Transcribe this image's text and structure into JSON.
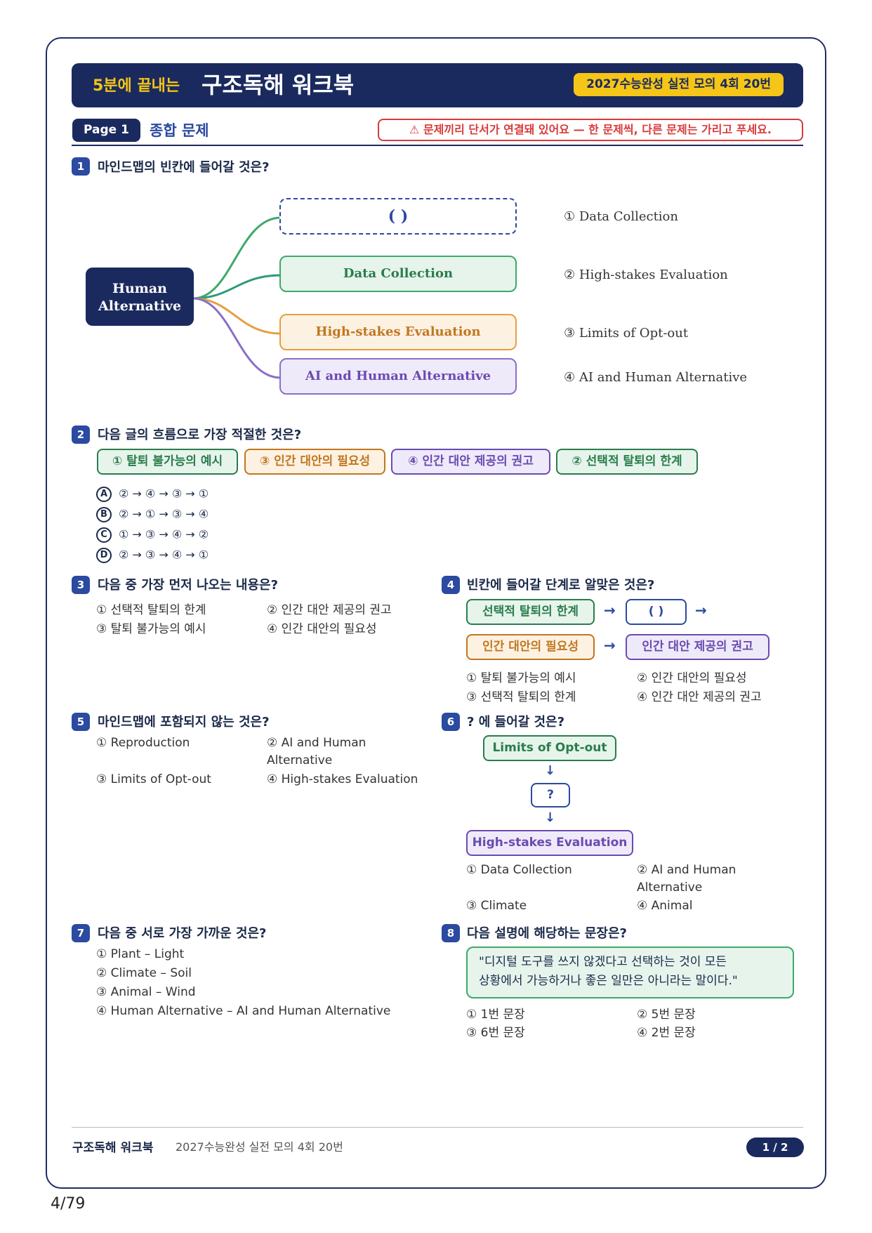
{
  "header": {
    "brand_sub": "5분에 끝내는",
    "brand_main": "구조독해 워크북",
    "exam": "2027수능완성 실전 모의 4회 20번"
  },
  "page": {
    "pill": "Page 1",
    "title": "종합 문제",
    "warning": "⚠ 문제끼리 단서가 연결돼 있어요 — 한 문제씩, 다른 문제는 가리고 푸세요."
  },
  "q1": {
    "num": "1",
    "text": "마인드맵의 빈칸에 들어갈 것은?",
    "center": "Human Alternative",
    "blank": "(        )",
    "branches": [
      "Data Collection",
      "High-stakes Evaluation",
      "AI and Human Alternative"
    ],
    "options": [
      "① Data Collection",
      "② High-stakes Evaluation",
      "③ Limits of Opt-out",
      "④ AI and Human Alternative"
    ],
    "colors": {
      "green": "#3fa86a",
      "teal": "#2e9a78",
      "orange": "#e3a042",
      "purple": "#8a6fc8",
      "navy": "#1b2a5e"
    }
  },
  "q2": {
    "num": "2",
    "text": "다음 글의 흐름으로 가장 적절한 것은?",
    "chips": [
      "① 탈퇴 불가능의 예시",
      "③ 인간 대안의 필요성",
      "④ 인간 대안 제공의 권고",
      "② 선택적 탈퇴의 한계"
    ],
    "letters": [
      "A",
      "B",
      "C",
      "D"
    ],
    "sequences": [
      "② → ④ → ③ → ①",
      "② → ① → ③ → ④",
      "① → ③ → ④ → ②",
      "② → ③ → ④ → ①"
    ]
  },
  "q3": {
    "num": "3",
    "text": "다음 중 가장 먼저 나오는 내용은?",
    "options": [
      "① 선택적 탈퇴의 한계",
      "② 인간 대안 제공의 권고",
      "③ 탈퇴 불가능의 예시",
      "④ 인간 대안의 필요성"
    ]
  },
  "q4": {
    "num": "4",
    "text": "빈칸에 들어갈 단계로 알맞은 것은?",
    "step1": "선택적 탈퇴의 한계",
    "blank": "(    )",
    "step3": "인간 대안의 필요성",
    "step4": "인간 대안 제공의 권고",
    "arrow": "→",
    "options": [
      "① 탈퇴 불가능의 예시",
      "② 인간 대안의 필요성",
      "③ 선택적 탈퇴의 한계",
      "④ 인간 대안 제공의 권고"
    ]
  },
  "q5": {
    "num": "5",
    "text": "마인드맵에 포함되지 않는 것은?",
    "options": [
      "① Reproduction",
      "② AI and Human",
      "Alternative",
      "③ Limits of Opt-out",
      "④ High-stakes Evaluation"
    ]
  },
  "q6": {
    "num": "6",
    "text": "? 에 들어갈 것은?",
    "top": "Limits of Opt-out",
    "mid": "?",
    "bottom": "High-stakes Evaluation",
    "down_arrow": "↓",
    "options": [
      "① Data Collection",
      "② AI and Human",
      "Alternative",
      "③ Climate",
      "④ Animal"
    ]
  },
  "q7": {
    "num": "7",
    "text": "다음 중 서로 가장 가까운 것은?",
    "options": [
      "① Plant – Light",
      "② Climate – Soil",
      "③ Animal – Wind",
      "④ Human Alternative – AI and Human Alternative"
    ]
  },
  "q8": {
    "num": "8",
    "text": "다음 설명에 해당하는 문장은?",
    "quote_line1": "\"디지털 도구를 쓰지 않겠다고 선택하는 것이 모든",
    "quote_line2": "상황에서 가능하거나 좋은 일만은 아니라는 말이다.\"",
    "options": [
      "① 1번 문장",
      "② 5번 문장",
      "③ 6번 문장",
      "④ 2번 문장"
    ]
  },
  "footer": {
    "brand": "구조독해 워크북",
    "exam": "2027수능완성 실전 모의 4회 20번",
    "page": "1 / 2",
    "counter": "4/79"
  }
}
